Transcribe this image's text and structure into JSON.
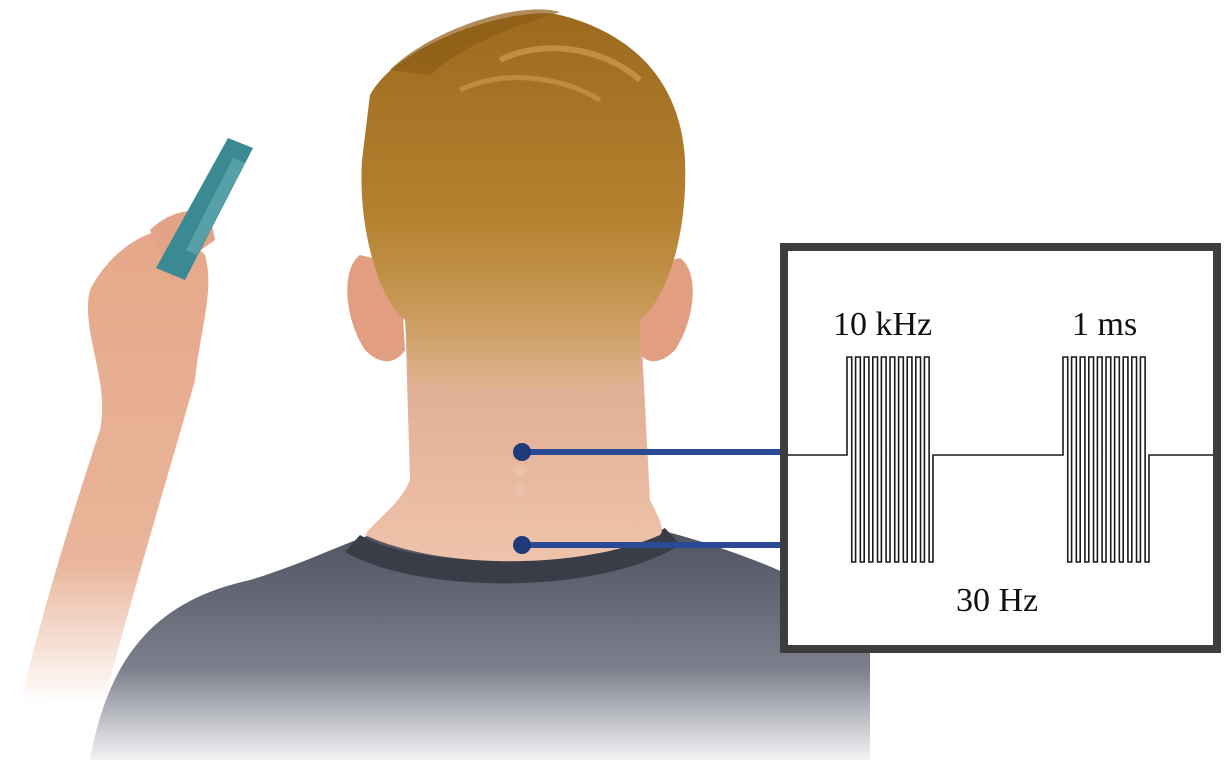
{
  "illustration": {
    "subject": "person-back-of-neck",
    "held_object": "stimulation-strip",
    "electrode_count": 2,
    "colors": {
      "hair": "#a8772a",
      "skin": "#e9b497",
      "shirt": "#5d6170",
      "electrode": "#1f3a78",
      "strip": "#3b8a93"
    }
  },
  "waveform_box": {
    "frequency_label": "10 kHz",
    "duration_label": "1 ms",
    "repetition_label": "30 Hz",
    "bursts": 2,
    "cycles_per_burst": 10,
    "colors": {
      "frame": "#3d3d3d",
      "trace": "#1a1a1a"
    }
  }
}
